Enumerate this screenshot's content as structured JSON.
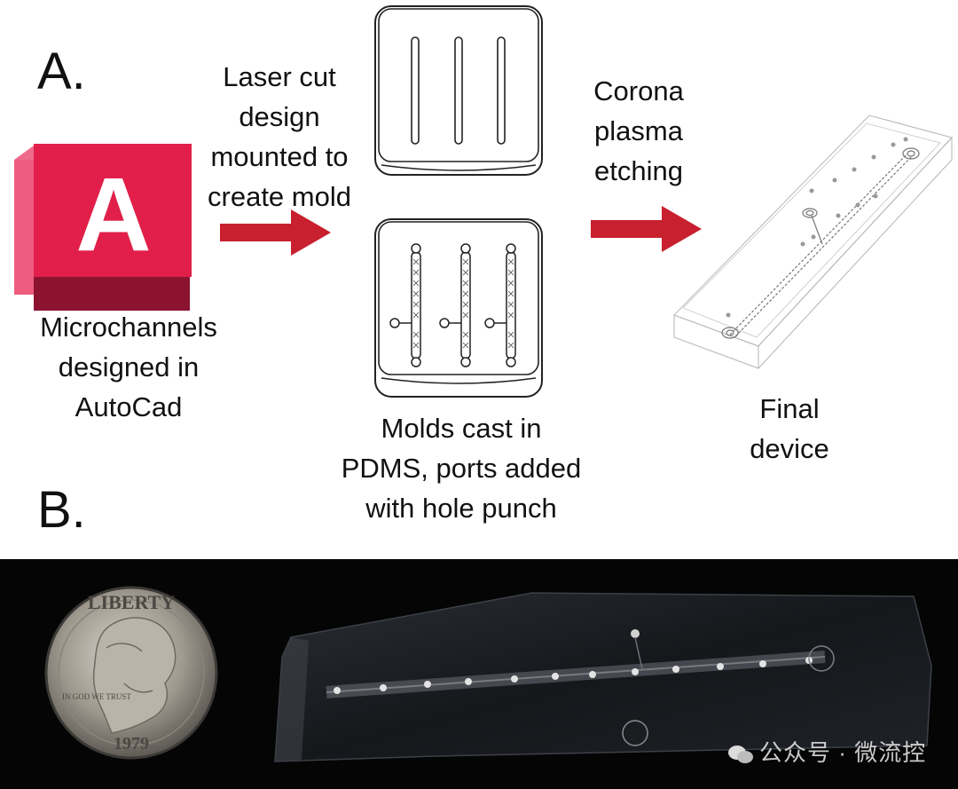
{
  "panel_a": {
    "letter": "A.",
    "steps": [
      {
        "lines": [
          "Microchannels",
          "designed in",
          "AutoCad"
        ]
      },
      {
        "lines": [
          "Laser cut",
          "design",
          "mounted to",
          "create mold"
        ]
      },
      {
        "lines": [
          "Molds cast in",
          "PDMS, ports added",
          "with hole punch"
        ]
      },
      {
        "lines": [
          "Corona",
          "plasma",
          "etching"
        ]
      },
      {
        "lines": [
          "Final",
          "device"
        ]
      }
    ],
    "logo_letter": "A"
  },
  "panel_b": {
    "letter": "B.",
    "coin": {
      "top_text": "LIBERTY",
      "year": "1979",
      "motto": "IN GOD WE TRUST"
    },
    "watermark": "公众号 · 微流控"
  },
  "colors": {
    "arrow_red": "#c8202e",
    "logo_red": "#e11f4a",
    "logo_dark": "#8b1330",
    "logo_pink": "#f06a8c",
    "photo_bg": "#050505"
  }
}
